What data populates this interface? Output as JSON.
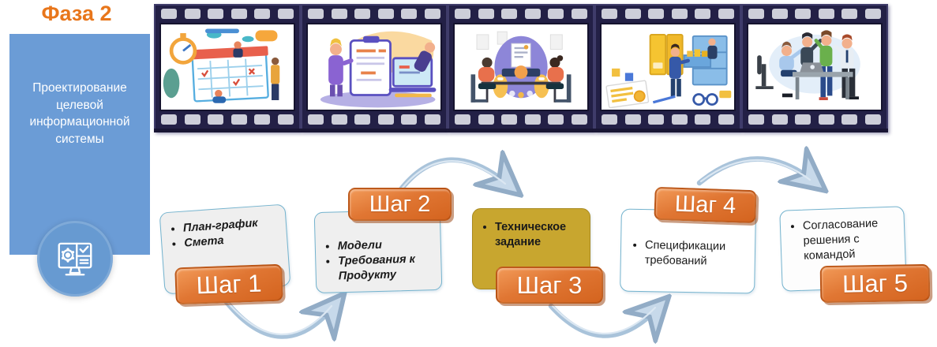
{
  "phase": {
    "title": "Фаза 2",
    "description": "Проектирование целевой информационной системы"
  },
  "phase_icon": "monitor-gear-checklist-icon",
  "filmstrip": {
    "frames": [
      {
        "name": "calendar-schedule-planning-illustration"
      },
      {
        "name": "clipboard-laptop-documents-illustration"
      },
      {
        "name": "meeting-handshake-agreement-illustration"
      },
      {
        "name": "folders-archive-cabinet-illustration"
      },
      {
        "name": "team-highfive-collaboration-illustration"
      }
    ]
  },
  "steps": [
    {
      "label": "Шаг 1",
      "items": [
        "План-график",
        "Смета"
      ]
    },
    {
      "label": "Шаг 2",
      "items": [
        "Модели",
        "Требования к Продукту"
      ]
    },
    {
      "label": "Шаг 3",
      "items": [
        "Техническое задание"
      ],
      "highlight": true
    },
    {
      "label": "Шаг 4",
      "items": [
        "Спецификации требований"
      ]
    },
    {
      "label": "Шаг 5",
      "items": [
        "Согласование решения с командой"
      ]
    }
  ],
  "colors": {
    "accent_orange": "#DD6E28",
    "phase_blue": "#6B9CD6",
    "highlight_gold": "#C8A62F",
    "card_border_blue": "#74B3CE",
    "arrow_blue": "#A9C3DA",
    "film_dark": "#232046"
  }
}
